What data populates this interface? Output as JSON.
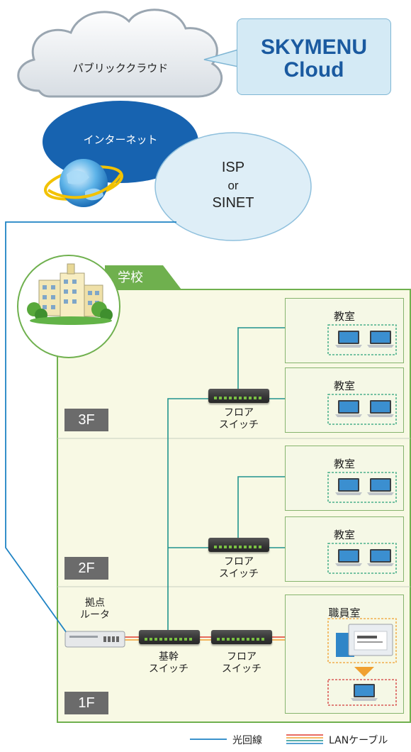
{
  "cloud": {
    "label": "パブリッククラウド"
  },
  "skymenu": {
    "line1": "SKYMENU",
    "line2": "Cloud"
  },
  "internet": {
    "label": "インターネット"
  },
  "isp": {
    "line1": "ISP",
    "line2": "or",
    "line3": "SINET"
  },
  "school": {
    "label": "学校"
  },
  "floors": {
    "f3": {
      "label": "3F",
      "switch_line1": "フロア",
      "switch_line2": "スイッチ"
    },
    "f2": {
      "label": "2F",
      "switch_line1": "フロア",
      "switch_line2": "スイッチ"
    },
    "f1": {
      "label": "1F",
      "router_line1": "拠点",
      "router_line2": "ルータ",
      "core_line1": "基幹",
      "core_line2": "スイッチ",
      "floor_line1": "フロア",
      "floor_line2": "スイッチ"
    }
  },
  "rooms": [
    {
      "title": "教室"
    },
    {
      "title": "教室"
    },
    {
      "title": "教室"
    },
    {
      "title": "教室"
    },
    {
      "title": "職員室"
    }
  ],
  "legend": {
    "fiber": "光回線",
    "lan": "LANケーブル"
  },
  "colors": {
    "fiber": "#1f83c4",
    "lan_red": "#e03a2f",
    "lan_orange": "#f0a030",
    "school_green": "#6fb04e",
    "school_fill": "#f8f9e4"
  }
}
